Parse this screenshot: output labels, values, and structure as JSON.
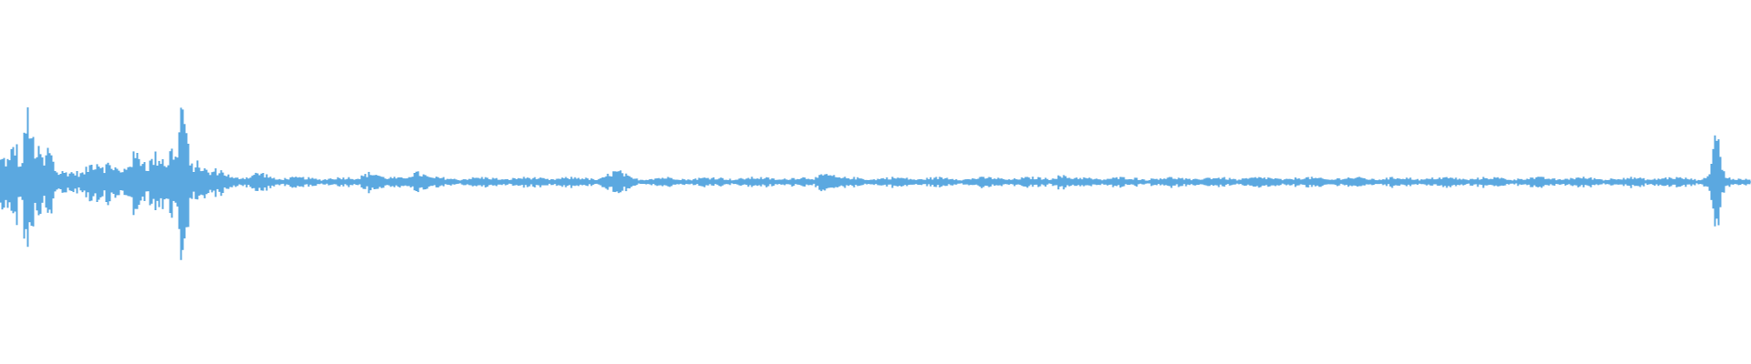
{
  "waveform": {
    "color": "#5ba8e0",
    "background": "#ffffff",
    "sample_count": 960,
    "amplitude_scale": 1.0,
    "envelope_bursts": [
      {
        "pos": 0.002,
        "amp": 0.16
      },
      {
        "pos": 0.008,
        "amp": 0.26
      },
      {
        "pos": 0.016,
        "amp": 0.46
      },
      {
        "pos": 0.022,
        "amp": 0.22
      },
      {
        "pos": 0.028,
        "amp": 0.24
      },
      {
        "pos": 0.055,
        "amp": 0.14
      },
      {
        "pos": 0.062,
        "amp": 0.12
      },
      {
        "pos": 0.078,
        "amp": 0.18
      },
      {
        "pos": 0.09,
        "amp": 0.18
      },
      {
        "pos": 0.098,
        "amp": 0.22
      },
      {
        "pos": 0.104,
        "amp": 0.52
      },
      {
        "pos": 0.112,
        "amp": 0.12
      },
      {
        "pos": 0.124,
        "amp": 0.08
      },
      {
        "pos": 0.148,
        "amp": 0.06
      },
      {
        "pos": 0.212,
        "amp": 0.06
      },
      {
        "pos": 0.238,
        "amp": 0.06
      },
      {
        "pos": 0.352,
        "amp": 0.07
      },
      {
        "pos": 0.472,
        "amp": 0.05
      },
      {
        "pos": 0.606,
        "amp": 0.04
      },
      {
        "pos": 0.98,
        "amp": 0.32
      }
    ]
  }
}
